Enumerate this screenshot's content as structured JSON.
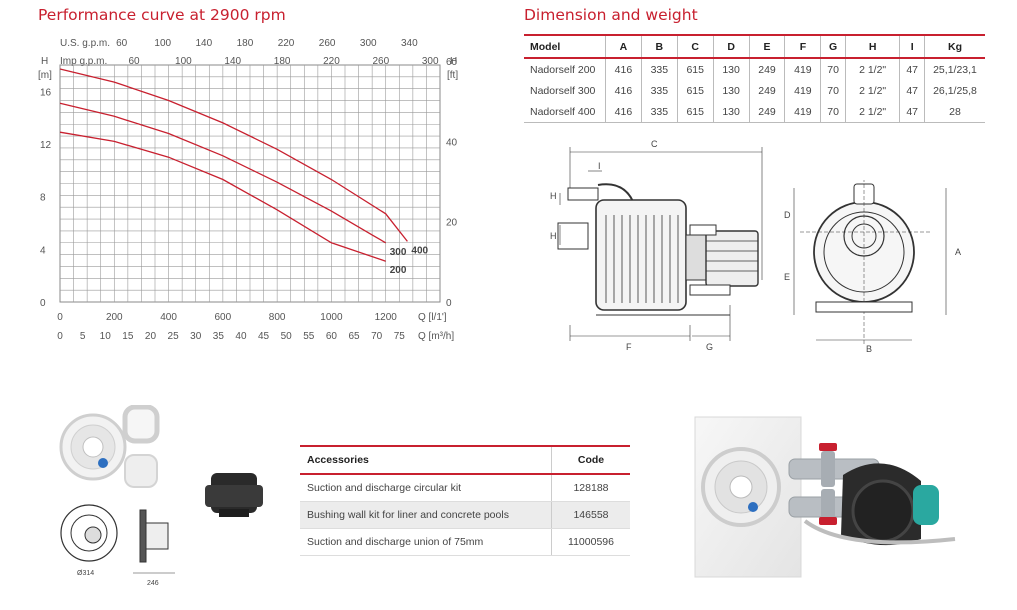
{
  "performance": {
    "title": "Performance curve at 2900 rpm",
    "gpm_us_label": "U.S. g.p.m.",
    "gpm_us_ticks": [
      "60",
      "100",
      "140",
      "180",
      "220",
      "260",
      "300",
      "340"
    ],
    "gpm_imp_label": "Imp g.p.m.",
    "gpm_imp_ticks": [
      "60",
      "100",
      "140",
      "180",
      "220",
      "260",
      "300"
    ],
    "h_left_label": "H",
    "h_left_unit": "[m]",
    "h_right_label": "H",
    "h_right_unit": "[ft]",
    "q_label": "Q [l/1']",
    "m3h_label": "Q [m³/h]"
  },
  "chart_data": {
    "type": "line",
    "title": "Performance curve at 2900 rpm",
    "xlabel": "Q [l/1']",
    "ylabel": "H [m]",
    "xlim": [
      0,
      1400
    ],
    "ylim": [
      0,
      18
    ],
    "grid": true,
    "x_ticks": [
      "0",
      "200",
      "400",
      "600",
      "800",
      "1000",
      "1200"
    ],
    "y_ticks": [
      "0",
      "4",
      "8",
      "12",
      "16"
    ],
    "y2_ticks": [
      "0",
      "20",
      "40",
      "60"
    ],
    "x2_ticks": [
      "0",
      "5",
      "10",
      "15",
      "20",
      "25",
      "30",
      "35",
      "40",
      "45",
      "50",
      "55",
      "60",
      "65",
      "70",
      "75"
    ],
    "series": [
      {
        "name": "200",
        "color": "#c8202f",
        "x": [
          0,
          200,
          400,
          600,
          800,
          1000,
          1200
        ],
        "y": [
          12.9,
          12.2,
          11.0,
          9.3,
          7.0,
          4.5,
          3.1
        ]
      },
      {
        "name": "300",
        "color": "#c8202f",
        "x": [
          0,
          200,
          400,
          600,
          800,
          1000,
          1150,
          1200
        ],
        "y": [
          15.1,
          14.1,
          12.8,
          11.1,
          9.1,
          6.9,
          5.1,
          4.5
        ]
      },
      {
        "name": "400",
        "color": "#c8202f",
        "x": [
          0,
          200,
          400,
          600,
          800,
          1000,
          1200,
          1280
        ],
        "y": [
          17.7,
          16.7,
          15.3,
          13.6,
          11.6,
          9.3,
          6.7,
          4.6
        ]
      }
    ]
  },
  "dimension": {
    "title": "Dimension and weight",
    "headers": [
      "Model",
      "A",
      "B",
      "C",
      "D",
      "E",
      "F",
      "G",
      "H",
      "I",
      "Kg"
    ],
    "rows": [
      [
        "Nadorself 200",
        "416",
        "335",
        "615",
        "130",
        "249",
        "419",
        "70",
        "2 1/2\"",
        "47",
        "25,1/23,1"
      ],
      [
        "Nadorself 300",
        "416",
        "335",
        "615",
        "130",
        "249",
        "419",
        "70",
        "2 1/2\"",
        "47",
        "26,1/25,8"
      ],
      [
        "Nadorself 400",
        "416",
        "335",
        "615",
        "130",
        "249",
        "419",
        "70",
        "2 1/2\"",
        "47",
        "28"
      ]
    ],
    "drawing_labels": {
      "c": "C",
      "i": "I",
      "h1": "H",
      "h2": "H",
      "f": "F",
      "g": "G",
      "d": "D",
      "e": "E",
      "a": "A",
      "b": "B"
    }
  },
  "accessories": {
    "header": "Accessories",
    "code_header": "Code",
    "rows": [
      {
        "name": "Suction and discharge circular kit",
        "code": "128188"
      },
      {
        "name": "Bushing wall kit for liner and concrete pools",
        "code": "146558"
      },
      {
        "name": "Suction and discharge union of 75mm",
        "code": "11000596"
      }
    ],
    "drawing_labels": {
      "diameter": "Ø314",
      "width": "246"
    }
  },
  "colors": {
    "accent": "#c8202f",
    "grid": "#8a8a8a",
    "pump_body": "#2b2b2b",
    "valve": "#b9bec3",
    "motor_teal": "#2aa8a0"
  }
}
